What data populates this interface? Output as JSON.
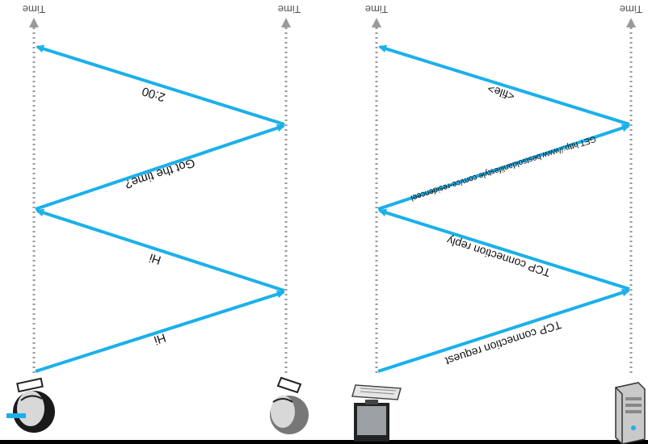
{
  "timelines": {
    "time_label": "Time"
  },
  "human": {
    "messages": [
      {
        "label": "Hi"
      },
      {
        "label": "Hi"
      },
      {
        "label": "Got the time?"
      },
      {
        "label": "2:00"
      }
    ]
  },
  "network": {
    "messages": [
      {
        "label": "TCP connection request"
      },
      {
        "label": "TCP connection reply"
      },
      {
        "label": "GET http://www.bestsoldanlifestyle.com/ce-residenceel"
      },
      {
        "label": "<file>"
      }
    ]
  },
  "colors": {
    "arrow": "#1bb0ea",
    "timeline": "#9a9a9a",
    "background": "#000000",
    "panel": "#ffffff"
  },
  "icons": [
    "person-icon",
    "person-icon",
    "computer-icon",
    "server-icon"
  ]
}
